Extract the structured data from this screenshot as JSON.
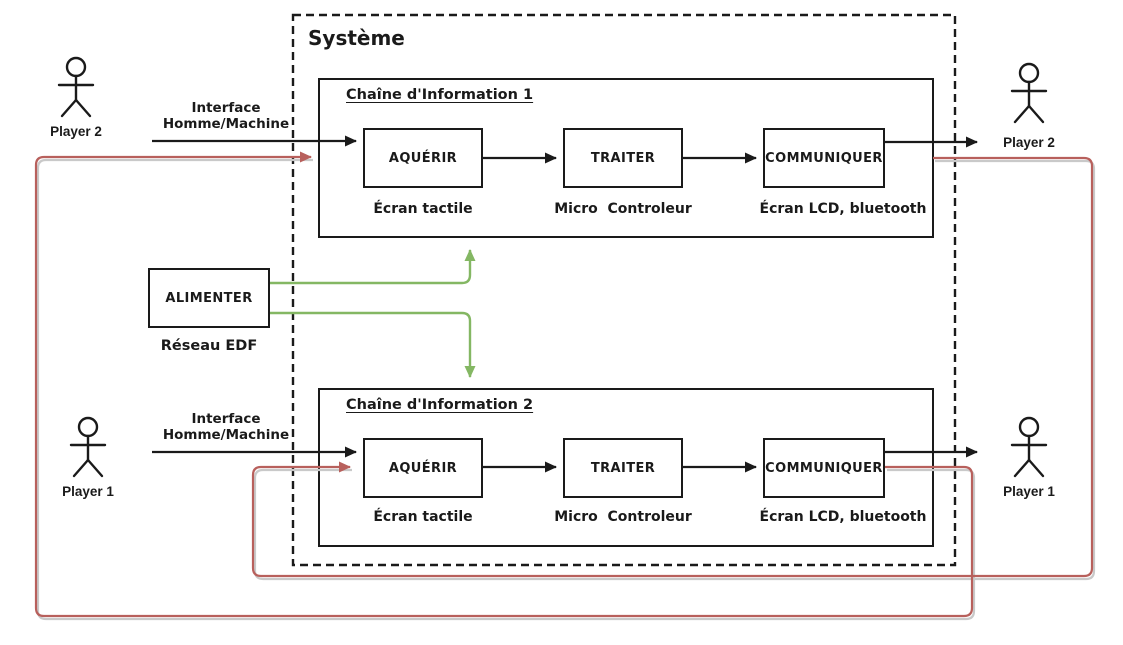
{
  "system": {
    "title": "Système"
  },
  "actors": {
    "top_left": {
      "label": "Player 2"
    },
    "top_right": {
      "label": "Player 2"
    },
    "bottom_left": {
      "label": "Player 1"
    },
    "bottom_right": {
      "label": "Player 1"
    }
  },
  "hmi_top": {
    "line1": "Interface",
    "line2": "Homme/Machine"
  },
  "hmi_bottom": {
    "line1": "Interface",
    "line2": "Homme/Machine"
  },
  "chains": [
    {
      "title": "Chaîne d'Information 1",
      "blocks": [
        {
          "label": "AQUÉRIR",
          "device": "Écran tactile"
        },
        {
          "label": "TRAITER",
          "device": "Micro  Controleur"
        },
        {
          "label": "COMMUNIQUER",
          "device": "Écran LCD, bluetooth"
        }
      ]
    },
    {
      "title": "Chaîne d'Information 2",
      "blocks": [
        {
          "label": "AQUÉRIR",
          "device": "Écran tactile"
        },
        {
          "label": "TRAITER",
          "device": "Micro  Controleur"
        },
        {
          "label": "COMMUNIQUER",
          "device": "Écran LCD, bluetooth"
        }
      ]
    }
  ],
  "power": {
    "label": "ALIMENTER",
    "source": "Réseau EDF"
  },
  "colors": {
    "ink": "#1a1a1a",
    "feedback_red": "#b8605c",
    "feedback_shadow": "#c9c9c9",
    "power_green": "#84b763"
  }
}
